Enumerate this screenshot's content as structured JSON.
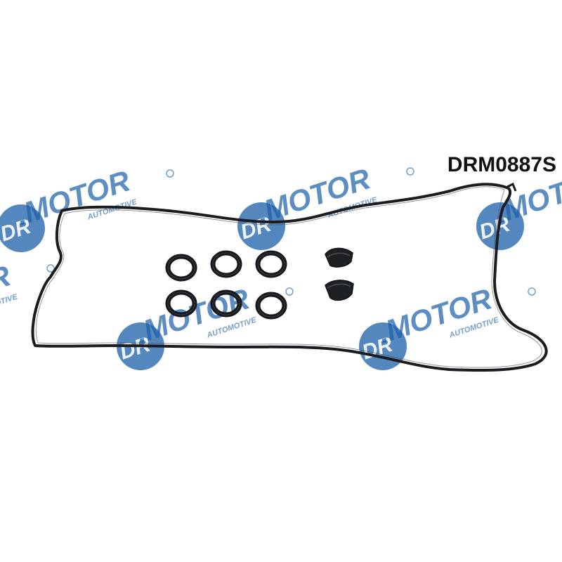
{
  "product": {
    "part_number": "DRM0887S"
  },
  "watermark": {
    "brand": "DR.MOTOR",
    "tagline": "AUTOMOTIVE",
    "color": "#1b5fa8"
  },
  "colors": {
    "background": "#ffffff",
    "gasket": "#1a1c1f",
    "gasket_highlight": "#4a5058"
  }
}
